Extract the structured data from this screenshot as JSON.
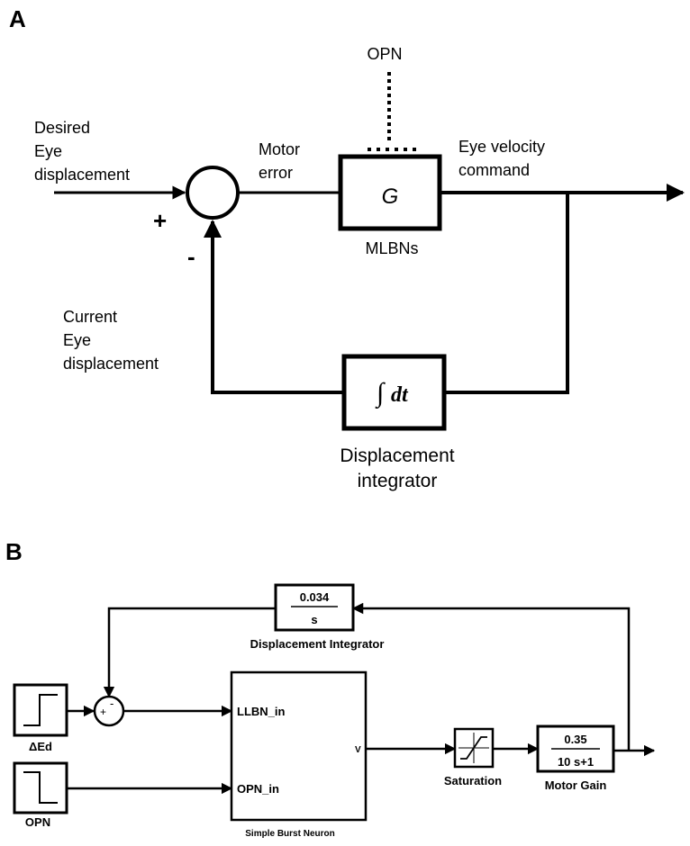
{
  "panel_a": {
    "letter": "A",
    "opn": "OPN",
    "desired_line1": "Desired",
    "desired_line2": "Eye",
    "desired_line3": "displacement",
    "motor_line1": "Motor",
    "motor_line2": "error",
    "eye_vel_line1": "Eye velocity",
    "eye_vel_line2": "command",
    "gain_symbol": "G",
    "mlbns": "MLBNs",
    "plus": "+",
    "minus": "-",
    "current_line1": "Current",
    "current_line2": "Eye",
    "current_line3": "displacement",
    "integral_symbol": "∫",
    "integral_dt": "dt",
    "integrator_line1": "Displacement",
    "integrator_line2": "integrator"
  },
  "panel_b": {
    "letter": "B",
    "integrator_num": "0.034",
    "integrator_den": "s",
    "integrator_label": "Displacement Integrator",
    "sum_plus": "+",
    "sum_minus": "-",
    "step_ed_label": "ΔEd",
    "step_opn_label": "OPN",
    "burst_in1": "LLBN_in",
    "burst_in2": "OPN_in",
    "burst_out": "V",
    "burst_label": "Simple Burst Neuron",
    "saturation_label": "Saturation",
    "gain_num": "0.35",
    "gain_den": "10 s+1",
    "gain_label": "Motor Gain"
  }
}
